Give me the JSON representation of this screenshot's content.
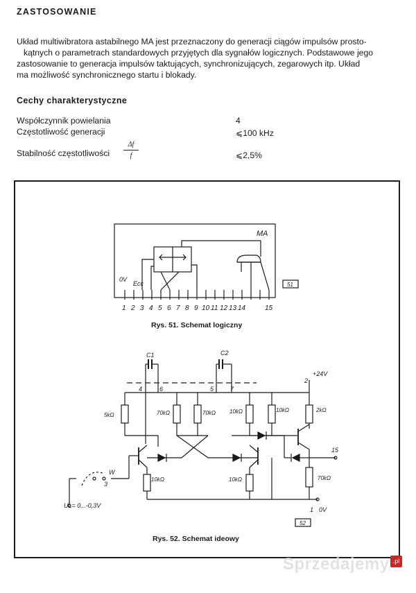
{
  "document": {
    "heading": "ZASTOSOWANIE",
    "intro_lines": [
      "Układ multiwibratora astabilnego MA jest przeznaczony do generacji ciągów impulsów prosto-",
      "kątnych o parametrach standardowych przyjętych dla sygnałów logicznych. Podstawowe jego",
      "zastosowanie to generacja impulsów taktujących, synchronizujących, zegarowych itp. Układ",
      "ma możliwość synchronicznego startu i blokady."
    ],
    "features_heading": "Cechy charakterystyczne",
    "specs": [
      {
        "label": "Współczynnik powielania",
        "value": "4"
      },
      {
        "label": "Częstotliwość generacji",
        "value": "⩽100 kHz"
      },
      {
        "label": "Stabilność częstotliwości",
        "value": "⩽2,5%"
      }
    ],
    "fraction": {
      "numerator": "Δf",
      "denominator": "f"
    }
  },
  "figure51": {
    "block_label": "MA",
    "pin_labels": [
      "1",
      "2",
      "3",
      "4",
      "5",
      "6",
      "7",
      "8",
      "9",
      "10",
      "11",
      "12",
      "13",
      "14",
      "15"
    ],
    "ground_label": "0V",
    "supply_label": "Ecc",
    "figure_number": "51",
    "caption": "Rys. 51. Schemat logiczny"
  },
  "figure52": {
    "c1": "C1",
    "c2": "C2",
    "pin4": "4",
    "pin6": "6",
    "pin5": "5",
    "pin7": "7",
    "pin2": "2",
    "supply": "+24V",
    "r1": "5kΩ",
    "r2": "70kΩ",
    "r3": "70kΩ",
    "r4": "10kΩ",
    "r5": "10kΩ",
    "r6": "2kΩ",
    "r7": "10kΩ",
    "r8": "10kΩ",
    "r9": "70kΩ",
    "pin15": "15",
    "pin3": "3",
    "switch_label": "W",
    "ground_pin": "1",
    "ground_label": "0V",
    "input_label": "UL= 0...-0,3V",
    "figure_number": "52",
    "caption": "Rys. 52. Schemat ideowy"
  },
  "watermark": {
    "text": "Sprzedajemy",
    "badge": ".pl"
  }
}
